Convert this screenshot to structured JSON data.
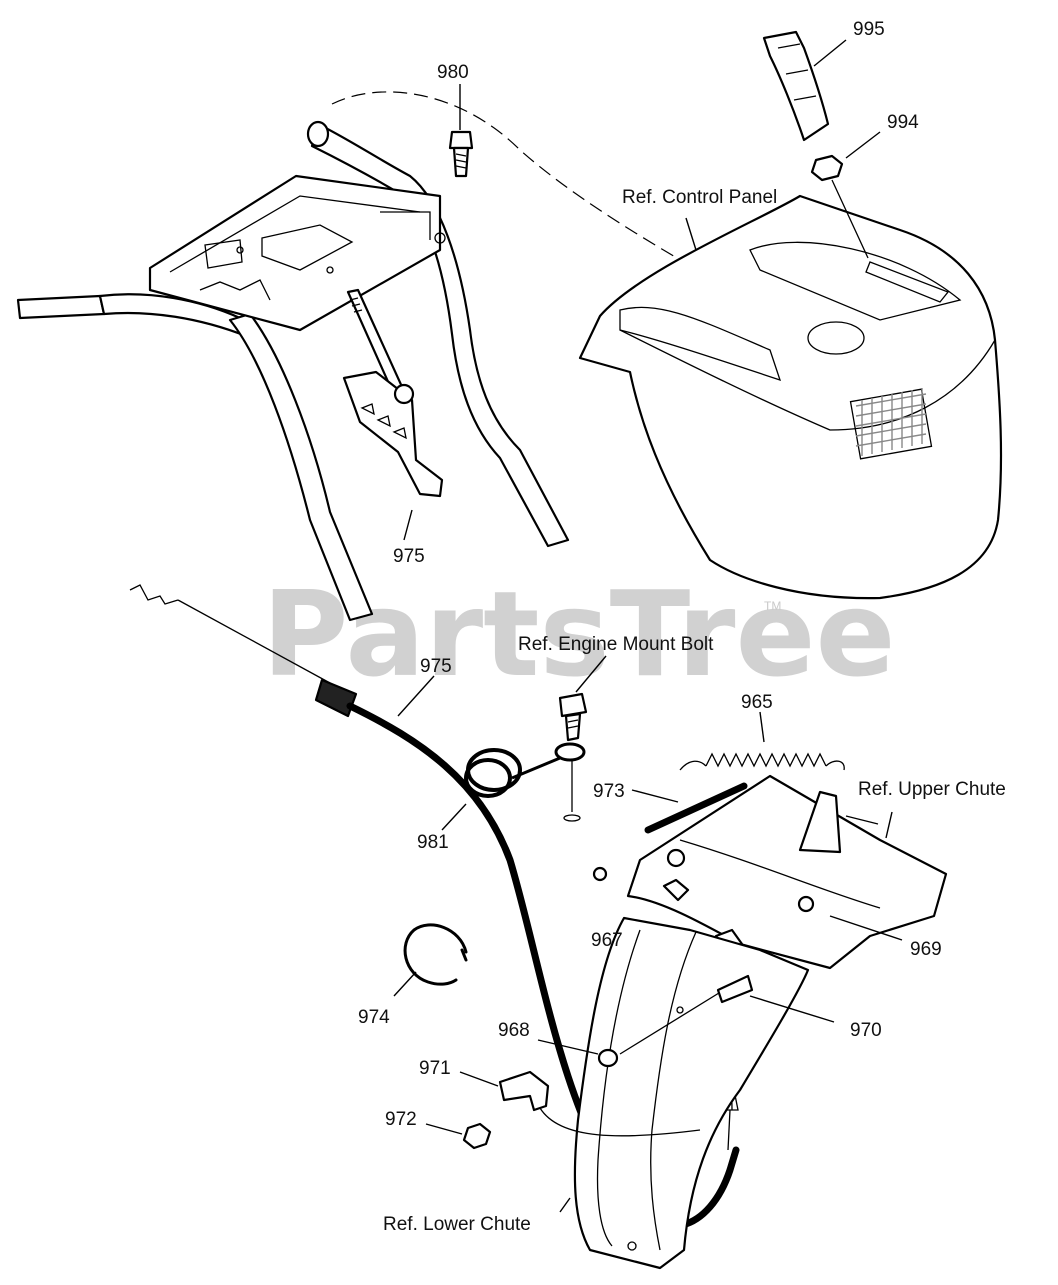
{
  "watermark": {
    "text": "PartsTree",
    "trademark": "TM"
  },
  "labels": {
    "p995": "995",
    "p994": "994",
    "p980": "980",
    "p975_top": "975",
    "p975_cable": "975",
    "ref_control_panel": "Ref. Control Panel",
    "ref_engine_mount_bolt": "Ref. Engine Mount Bolt",
    "p965": "965",
    "p973": "973",
    "ref_upper_chute": "Ref. Upper Chute",
    "p981": "981",
    "p967": "967",
    "p969": "969",
    "p974": "974",
    "p970": "970",
    "p968": "968",
    "p971": "971",
    "p972": "972",
    "ref_lower_chute": "Ref. Lower Chute"
  }
}
